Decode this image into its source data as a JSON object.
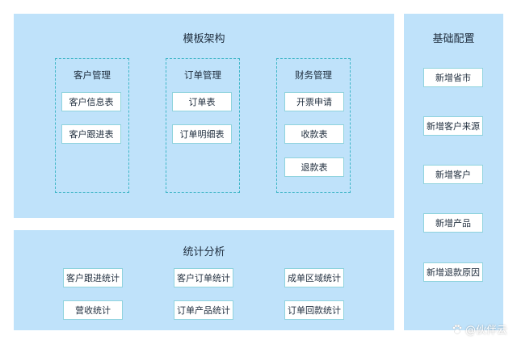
{
  "template": {
    "title": "模板架构",
    "groups": [
      {
        "title": "客户管理",
        "items": [
          "客户信息表",
          "客户跟进表"
        ]
      },
      {
        "title": "订单管理",
        "items": [
          "订单表",
          "订单明细表"
        ]
      },
      {
        "title": "财务管理",
        "items": [
          "开票申请",
          "收款表",
          "退款表"
        ]
      }
    ]
  },
  "stats": {
    "title": "统计分析",
    "items": [
      "客户跟进统计",
      "客户订单统计",
      "成单区域统计",
      "营收统计",
      "订单产品统计",
      "订单回款统计"
    ]
  },
  "base": {
    "title": "基础配置",
    "items": [
      "新增省市",
      "新增客户来源",
      "新增客户",
      "新增产品",
      "新增退款原因"
    ]
  },
  "watermark": {
    "text": "@伙伴云",
    "icon": "paw-icon"
  }
}
